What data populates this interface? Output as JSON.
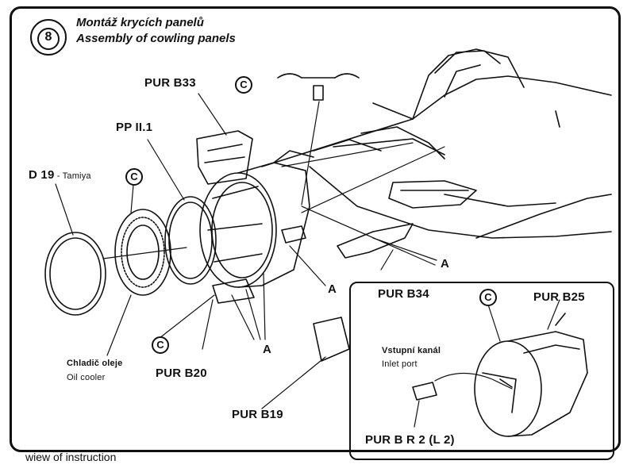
{
  "step_number": "8",
  "title_cz": "Montáž krycích panelů",
  "title_en": "Assembly of cowling panels",
  "labels": {
    "pur_b33": "PUR B33",
    "pp_ii_1": "PP II.1",
    "d19": "D 19",
    "tamiya": " - Tamiya",
    "pur_b34": "PUR B34",
    "pur_b25": "PUR B25",
    "pur_b20": "PUR B20",
    "pur_b19": "PUR B19",
    "pur_b_r_2": "PUR B R 2 (L 2)",
    "oil_cooler_cz": "Chladič oleje",
    "oil_cooler_en": "Oil cooler",
    "inlet_cz": "Vstupní kanál",
    "inlet_en": "Inlet port",
    "a": "A",
    "c": "C"
  },
  "footer": "wiew of instruction"
}
